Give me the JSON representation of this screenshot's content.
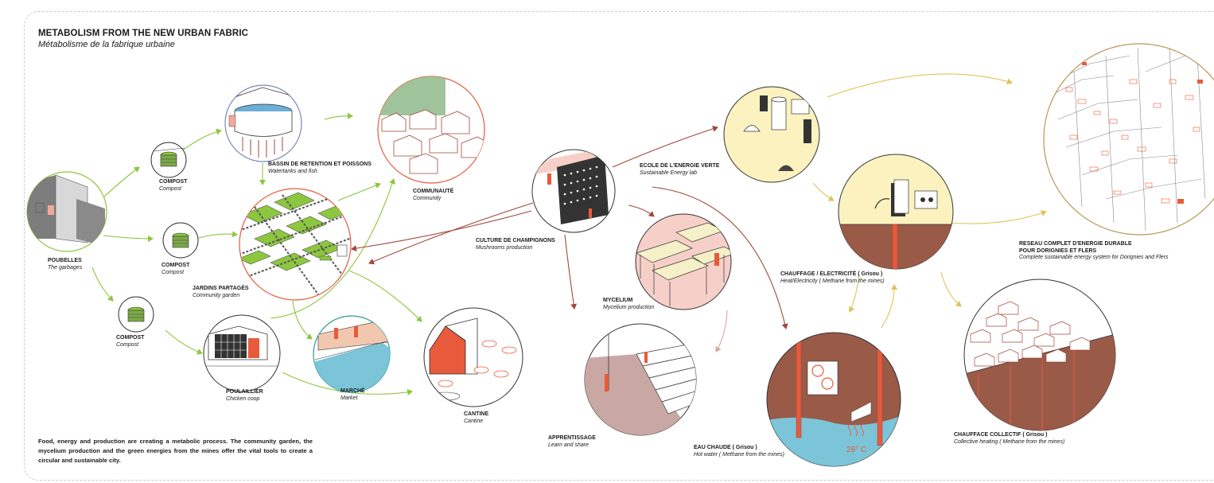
{
  "title": "METABOLISM FROM THE NEW URBAN FABRIC",
  "subtitle": "Métabolisme de la fabrique urbaine",
  "description": "Food, energy and production are creating a metabolic process. The community garden, the mycelium production and the green energies from the mines offer the vital tools to create a circular and sustainable city.",
  "colors": {
    "green_arrow": "#8cc63f",
    "brown_arrow": "#a0473a",
    "yellow_arrow": "#dcc45a",
    "accent_red": "#e85a3c",
    "soil_brown": "#9a5a48",
    "water_blue": "#7cc4d8",
    "cream": "#fbf2c0",
    "pink": "#f6d0c8",
    "mauve": "#c9a8a4",
    "sage": "#9fc39a",
    "grass": "#8dc63f"
  },
  "nodes": {
    "poubelles": {
      "title": "POUBELLES",
      "subtitle": "The garbages"
    },
    "compost_1": {
      "title": "COMPOST",
      "subtitle": "Compost"
    },
    "compost_2": {
      "title": "COMPOST",
      "subtitle": "Compost"
    },
    "compost_3": {
      "title": "COMPOST",
      "subtitle": "Compost"
    },
    "bassin": {
      "title": "BASSIN DE RETENTION ET POISSONS",
      "subtitle": "Watertanks and fish"
    },
    "communaute": {
      "title": "COMMUNAUTÉ",
      "subtitle": "Community"
    },
    "jardins": {
      "title": "JARDINS PARTAGÉS",
      "subtitle": "Community garden"
    },
    "poulailler": {
      "title": "POULAILLIER",
      "subtitle": "Chicken coop"
    },
    "marche": {
      "title": "MARCHÉ",
      "subtitle": "Market"
    },
    "cantine": {
      "title": "CANTINE",
      "subtitle": "Cantine"
    },
    "champignons": {
      "title": "CULTURE DE CHAMPIGNONS",
      "subtitle": "Mushrooms production"
    },
    "mycelium": {
      "title": "MYCELIUM",
      "subtitle": "Mycelium production"
    },
    "apprentissage": {
      "title": "APPRENTISSAGE",
      "subtitle": "Learn and share"
    },
    "ecole": {
      "title": "ECOLE DE L'ENERGIE VERTE",
      "subtitle": "Sustainable Energy lab"
    },
    "chauffage_elec": {
      "title": "CHAUFFAGE / ELECTRICITÉ ( Grisou )",
      "subtitle": "Heat/Electricity ( Methane from the mines)"
    },
    "eau_chaude": {
      "title": "EAU CHAUDE ( Grisou )",
      "subtitle": "Hot water ( Methane from the mines)"
    },
    "reseau": {
      "title": "RESEAU COMPLET D'ENERGIE DURABLE",
      "title2": "POUR DORIGNIES ET FLERS",
      "subtitle": "Complete sustainable energy system  for Dorignies and Flers"
    },
    "chauffage_collectif": {
      "title": "CHAUFFACE COLLECTIF ( Grisou )",
      "subtitle": "Collective heating ( Methane from the mines)"
    }
  },
  "temperature": "28° C"
}
